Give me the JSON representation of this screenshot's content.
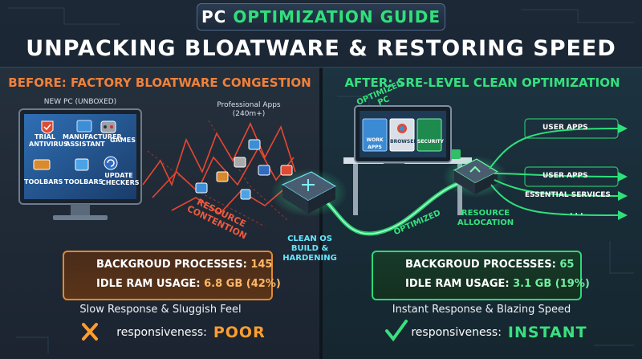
{
  "header": {
    "tag_word1": "PC",
    "tag_word2": "OPTIMIZATION GUIDE",
    "main_title": "UNPACKING BLOATWARE & RESTORING SPEED"
  },
  "before": {
    "title": "BEFORE: FACTORY BLOATWARE CONGESTION",
    "pc_label": "NEW PC (UNBOXED)",
    "icons": [
      "TRIAL ANTIVIRUS",
      "MANUFACTURER ASSISTANT",
      "GAMES",
      "TOOLBARS",
      "TOOLBARS",
      "UPDATE CHECKERS"
    ],
    "apps_label": "Professional Apps",
    "apps_count": "(240m+)",
    "contention_label": "RESOURCE CONTENTION",
    "stats": {
      "processes_label": "BACKGROUD PROCESSES:",
      "processes_value": "145",
      "ram_label": "IDLE RAM USAGE:",
      "ram_value": "6.8 GB (42%)"
    },
    "summary": "Slow Response & Sluggish Feel",
    "responsiveness_label": "responsiveness:",
    "responsiveness_value": "POOR"
  },
  "middle": {
    "label": "CLEAN OS BUILD & HARDENING"
  },
  "after": {
    "title": "AFTER: SRE-LEVEL CLEAN OPTIMIZATION",
    "pc_label": "OPTIMIZED PC",
    "window_labels": [
      "WORK APPS",
      "BROWSER",
      "SECURITY"
    ],
    "optimized_label": "OPTIMIZED",
    "allocation_label": "RESOURCE ALLOCATION",
    "routes": [
      "USER APPS",
      "USER APPS",
      "ESSENTIAL SERVICES",
      ". . ."
    ],
    "stats": {
      "processes_label": "BACKGROUD PROCESSES:",
      "processes_value": "65",
      "ram_label": "IDLE RAM USAGE:",
      "ram_value": "3.1 GB (19%)"
    },
    "summary": "Instant Response & Blazing Speed",
    "responsiveness_label": "responsiveness:",
    "responsiveness_value": "INSTANT"
  },
  "colors": {
    "before_accent": "#f0813a",
    "after_accent": "#36e07e",
    "contention_red": "#f05a3c",
    "hub_cyan": "#64e6ff"
  }
}
